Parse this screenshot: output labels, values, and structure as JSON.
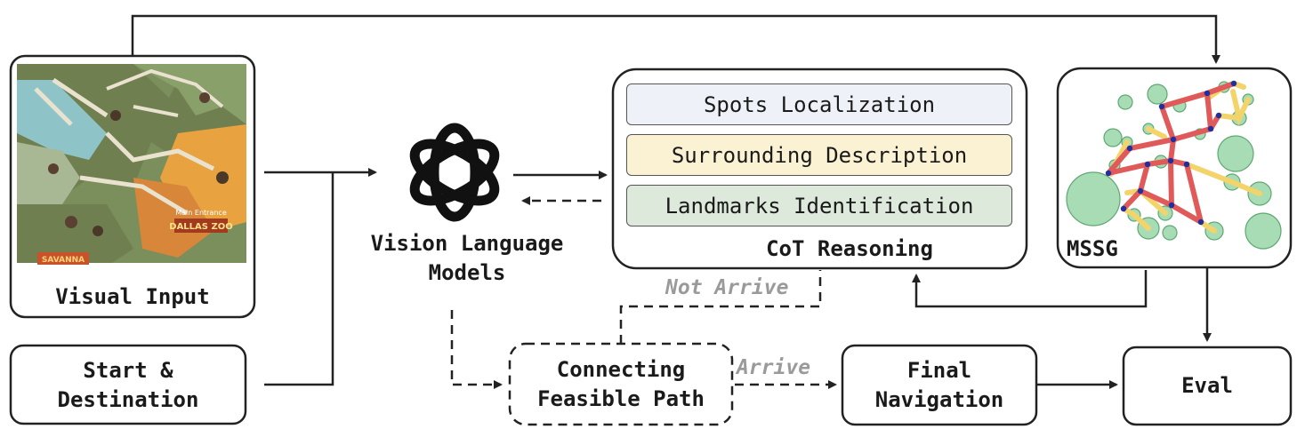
{
  "nodes": {
    "visual_input": "Visual Input",
    "start_dest": "Start &\nDestination",
    "vlm": "Vision Language\nModels",
    "cot": "CoT Reasoning",
    "cot_steps": [
      "Spots Localization",
      "Surrounding Description",
      "Landmarks Identification"
    ],
    "mssg": "MSSG",
    "connecting": "Connecting\nFeasible Path",
    "final_nav": "Final\nNavigation",
    "eval": "Eval"
  },
  "edge_labels": {
    "not_arrive": "Not Arrive",
    "arrive": "Arrive"
  },
  "map_labels": {
    "main_entrance": "Main Entrance",
    "dallas_zoo": "DALLAS ZOO",
    "savanna": "SAVANNA"
  },
  "colors": {
    "spots": "#eef2f8",
    "surrounding": "#fbf1d3",
    "landmarks": "#dde9db",
    "graph_edge": "#e05a5a",
    "graph_edge_light": "#f3d46a",
    "graph_node": "#a8dcb4",
    "graph_vertex": "#1f2fa0"
  }
}
